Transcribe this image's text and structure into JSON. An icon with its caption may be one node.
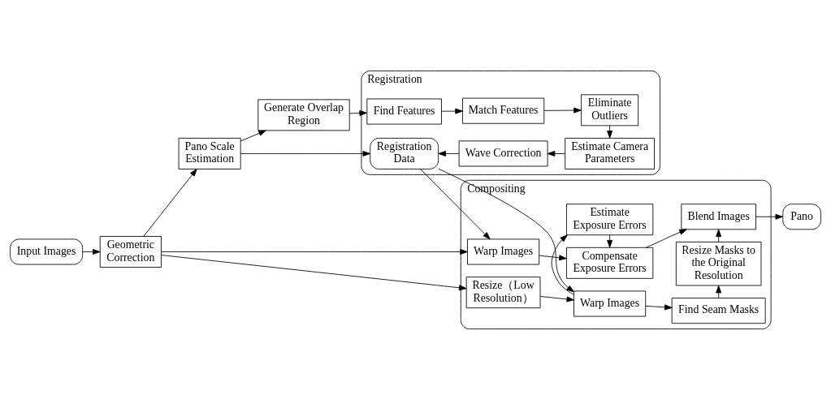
{
  "diagram": {
    "nodes": [
      {
        "text": [
          "Registration"
        ]
      },
      {
        "text": [
          "Generate Overlap Region"
        ]
      },
      {
        "text": [
          "Find Features"
        ],
        "in": 0
      },
      {
        "text": [
          "Match Features"
        ],
        "in": 0
      },
      {
        "text": [
          "Eliminate Outliers"
        ],
        "in": 0
      },
      {
        "text": [
          "Pano Scale Estimation"
        ]
      },
      {
        "text": [
          "Registration Data"
        ],
        "in": 0
      },
      {
        "text": [
          "Wave Correction"
        ],
        "in": 0
      },
      {
        "text": [
          "Estimate Camera Parameters"
        ],
        "in": 0
      },
      {
        "text": [
          "Compositing"
        ]
      },
      {
        "text": [
          "Resize（Low Resolution）"
        ],
        "in": 9
      },
      {
        "text": [
          "Warp Images"
        ],
        "in": 9
      },
      {
        "text": [
          "Find Seam Masks"
        ],
        "in": 9
      },
      {
        "text": [
          "Input Images"
        ]
      },
      {
        "text": [
          "Geometric Correction"
        ]
      },
      {
        "text": [
          "Estimate Exposure Errors"
        ],
        "in": 9
      },
      {
        "text": [
          "Resize Masks to the Original Resolution"
        ],
        "in": 9
      },
      {
        "text": [
          "Warp Images"
        ],
        "in": 9
      },
      {
        "text": [
          "Compensate Exposure Errors"
        ],
        "in": 9
      },
      {
        "text": [
          "Blend Images"
        ],
        "in": 9
      },
      {
        "text": [
          "Pano"
        ]
      }
    ],
    "edges": [
      {
        "from": 13,
        "to": 14,
        "arrow": "to"
      },
      {
        "from": 14,
        "to": 5,
        "arrow": "to"
      },
      {
        "from": 5,
        "to": 1,
        "arrow": "to"
      },
      {
        "from": 1,
        "to": 2,
        "arrow": "to"
      },
      {
        "from": 2,
        "to": 3,
        "arrow": "to"
      },
      {
        "from": 3,
        "to": 4,
        "arrow": "to"
      },
      {
        "from": 4,
        "to": 8,
        "arrow": "to"
      },
      {
        "from": 8,
        "to": 7,
        "arrow": "to"
      },
      {
        "from": 7,
        "to": 6,
        "arrow": "to"
      },
      {
        "from": 5,
        "to": 6,
        "arrow": "to"
      },
      {
        "from": 14,
        "to": 10,
        "arrow": "to"
      },
      {
        "from": 14,
        "to": 17,
        "arrow": "to"
      },
      {
        "from": 10,
        "to": 11,
        "arrow": "to"
      },
      {
        "from": 6,
        "to": 11,
        "arrow": "to"
      },
      {
        "from": 6,
        "to": 17,
        "arrow": "to"
      },
      {
        "from": 11,
        "to": 12,
        "arrow": "to"
      },
      {
        "from": 11,
        "to": 15,
        "arrow": "to"
      },
      {
        "from": 12,
        "to": 16,
        "arrow": "to"
      },
      {
        "from": 15,
        "to": 18,
        "arrow": "to"
      },
      {
        "from": 16,
        "to": 19,
        "arrow": "to"
      },
      {
        "from": 17,
        "to": 18,
        "arrow": "to"
      },
      {
        "from": 18,
        "to": 19,
        "arrow": "to"
      },
      {
        "from": 19,
        "to": 20,
        "arrow": "to"
      }
    ]
  }
}
